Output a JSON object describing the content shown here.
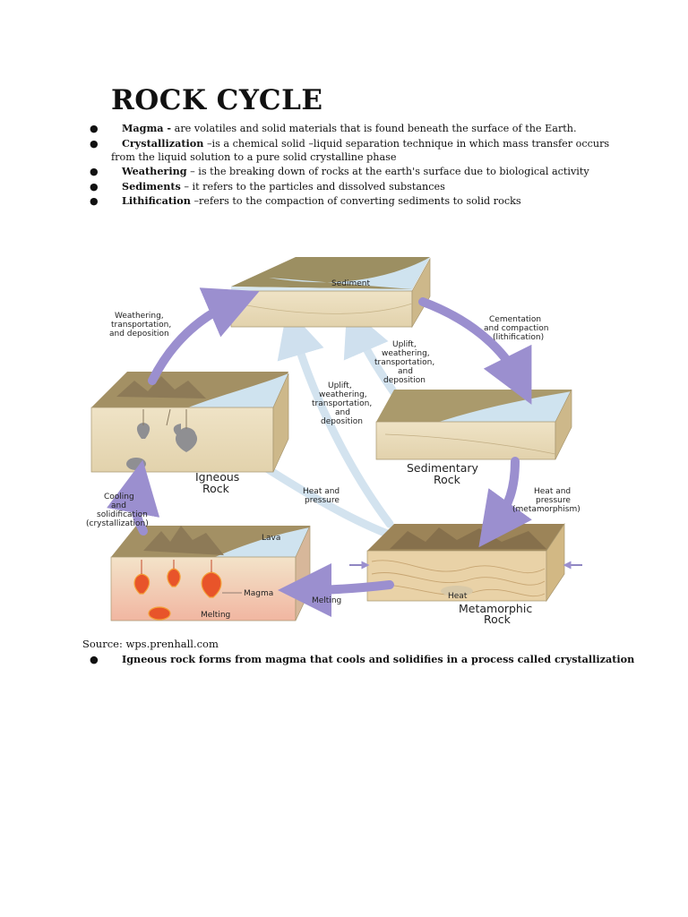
{
  "title": "ROCK CYCLE",
  "bullets": [
    {
      "term": "Magma -",
      "text": "  are volatiles and solid materials that is found beneath the surface of the Earth.",
      "continuation": ""
    },
    {
      "term": "Crystallization",
      "text": " –is a chemical solid –liquid separation  technique in which mass transfer occurs",
      "continuation": "from the liquid solution to a pure solid crystalline phase"
    },
    {
      "term": "Weathering",
      "text": " – is the breaking down of rocks at the earth's surface due to biological activity",
      "continuation": ""
    },
    {
      "term": "Sediments",
      "text": " – it refers to the  particles and dissolved substances",
      "continuation": ""
    },
    {
      "term": "Lithification",
      "text": " –refers to the  compaction of converting sediments to solid rocks",
      "continuation": ""
    }
  ],
  "bullet_symbol": "●",
  "diagram": {
    "labels": {
      "sediment": "Sediment",
      "weathering": [
        "Weathering,",
        "transportation,",
        "and deposition"
      ],
      "cementation": [
        "Cementation",
        "and compaction",
        "(lithification)"
      ],
      "uplift_right": [
        "Uplift,",
        "weathering,",
        "transportation,",
        "and",
        "deposition"
      ],
      "uplift_center": [
        "Uplift,",
        "weathering,",
        "transportation,",
        "and",
        "deposition"
      ],
      "igneous": [
        "Igneous",
        "Rock"
      ],
      "sedimentary": [
        "Sedimentary",
        "Rock"
      ],
      "cooling": [
        "Cooling",
        "and",
        "solidification",
        "(crystallization)"
      ],
      "heat_pressure_center": [
        "Heat and",
        "pressure"
      ],
      "heat_pressure_right": [
        "Heat and",
        "pressure",
        "(metamorphism)"
      ],
      "lava": "Lava",
      "magma": "Magma",
      "melting_left": "Melting",
      "melting_center": "Melting",
      "heat": "Heat",
      "metamorphic": [
        "Metamorphic",
        "Rock"
      ]
    },
    "colors": {
      "arrow": "#9b8fcf",
      "arrow_light": "#cfe0ee",
      "water": "#cfe3ef",
      "land": "#b7a27a",
      "soil": "#e7d9b8",
      "magma": "#e8542a"
    }
  },
  "source": "Source: wps.prenhall.com",
  "bottom_bullet": "Igneous rock forms from magma that cools and solidifies in a process called crystallization"
}
